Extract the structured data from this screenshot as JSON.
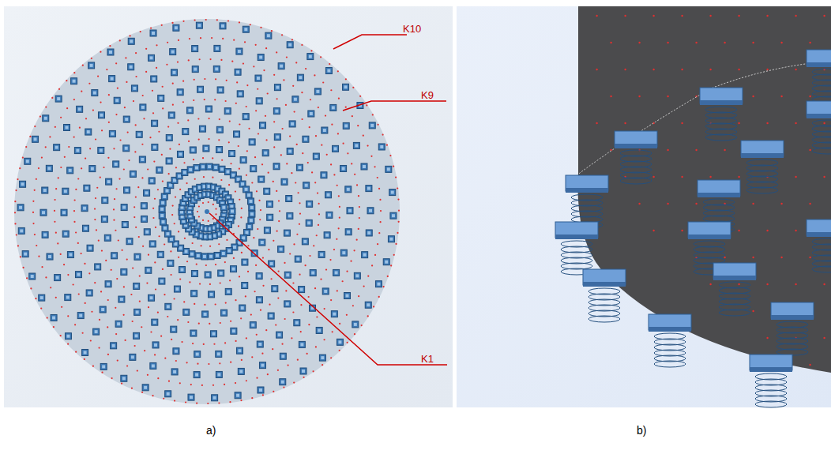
{
  "diagram": {
    "labels": [
      "K10",
      "K9",
      "K1",
      "a)",
      "b)"
    ]
  }
}
